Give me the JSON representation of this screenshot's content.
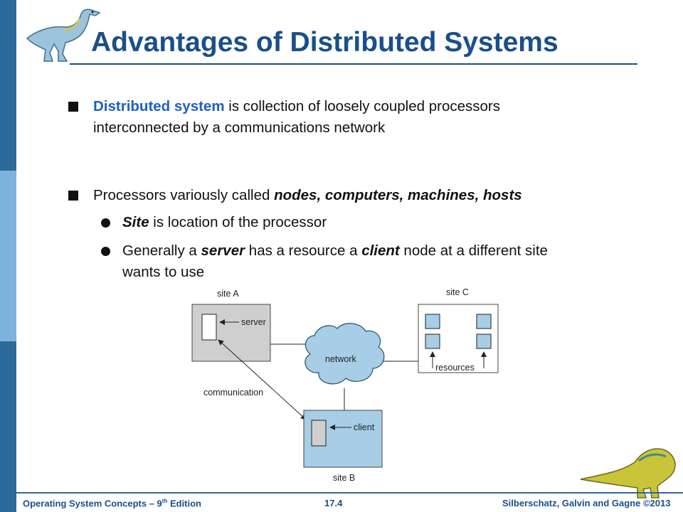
{
  "slide": {
    "title": "Advantages of Distributed Systems",
    "bullets": [
      {
        "term": "Distributed system",
        "text_line1": " is collection of loosely coupled processors",
        "text_line2": "interconnected by a communications network"
      },
      {
        "lead": "Processors variously called ",
        "terms": "nodes, computers, machines, hosts",
        "sub": [
          {
            "term": "Site",
            "rest": " is location of the processor"
          },
          {
            "pre": "Generally a ",
            "term1": "server",
            "mid": " has a resource a ",
            "term2": "client",
            "post": " node at a different site",
            "line2": "wants to use"
          }
        ]
      }
    ]
  },
  "diagram": {
    "site_a": "site A",
    "site_b": "site B",
    "site_c": "site C",
    "server": "server",
    "client": "client",
    "network": "network",
    "communication": "communication",
    "resources": "resources"
  },
  "footer": {
    "left_pre": "Operating System Concepts – 9",
    "left_sup": "th",
    "left_post": " Edition",
    "page": "17.4",
    "right": "Silberschatz, Galvin and Gagne ©2013"
  },
  "colors": {
    "accent": "#1a4f8a",
    "bar": "#2c6a9c",
    "bar_light": "#7fb2da",
    "highlight": "#1f5fc4"
  }
}
